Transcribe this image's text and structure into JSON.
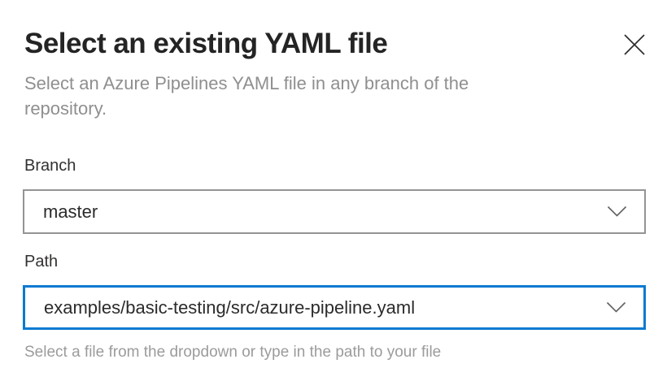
{
  "dialog": {
    "title": "Select an existing YAML file",
    "subtitle": "Select an Azure Pipelines YAML file in any branch of the repository."
  },
  "form": {
    "branch": {
      "label": "Branch",
      "value": "master"
    },
    "path": {
      "label": "Path",
      "value": "examples/basic-testing/src/azure-pipeline.yaml",
      "helper": "Select a file from the dropdown or type in the path to your file"
    }
  },
  "icons": {
    "close": "close-icon",
    "chevron": "chevron-down-icon"
  },
  "colors": {
    "accent_focus_border": "#0a7ad1",
    "default_border": "#949494",
    "title_text": "#242424",
    "body_text": "#2b2b2b",
    "muted_text": "#8f8f8f",
    "helper_text": "#9b9b9b"
  }
}
